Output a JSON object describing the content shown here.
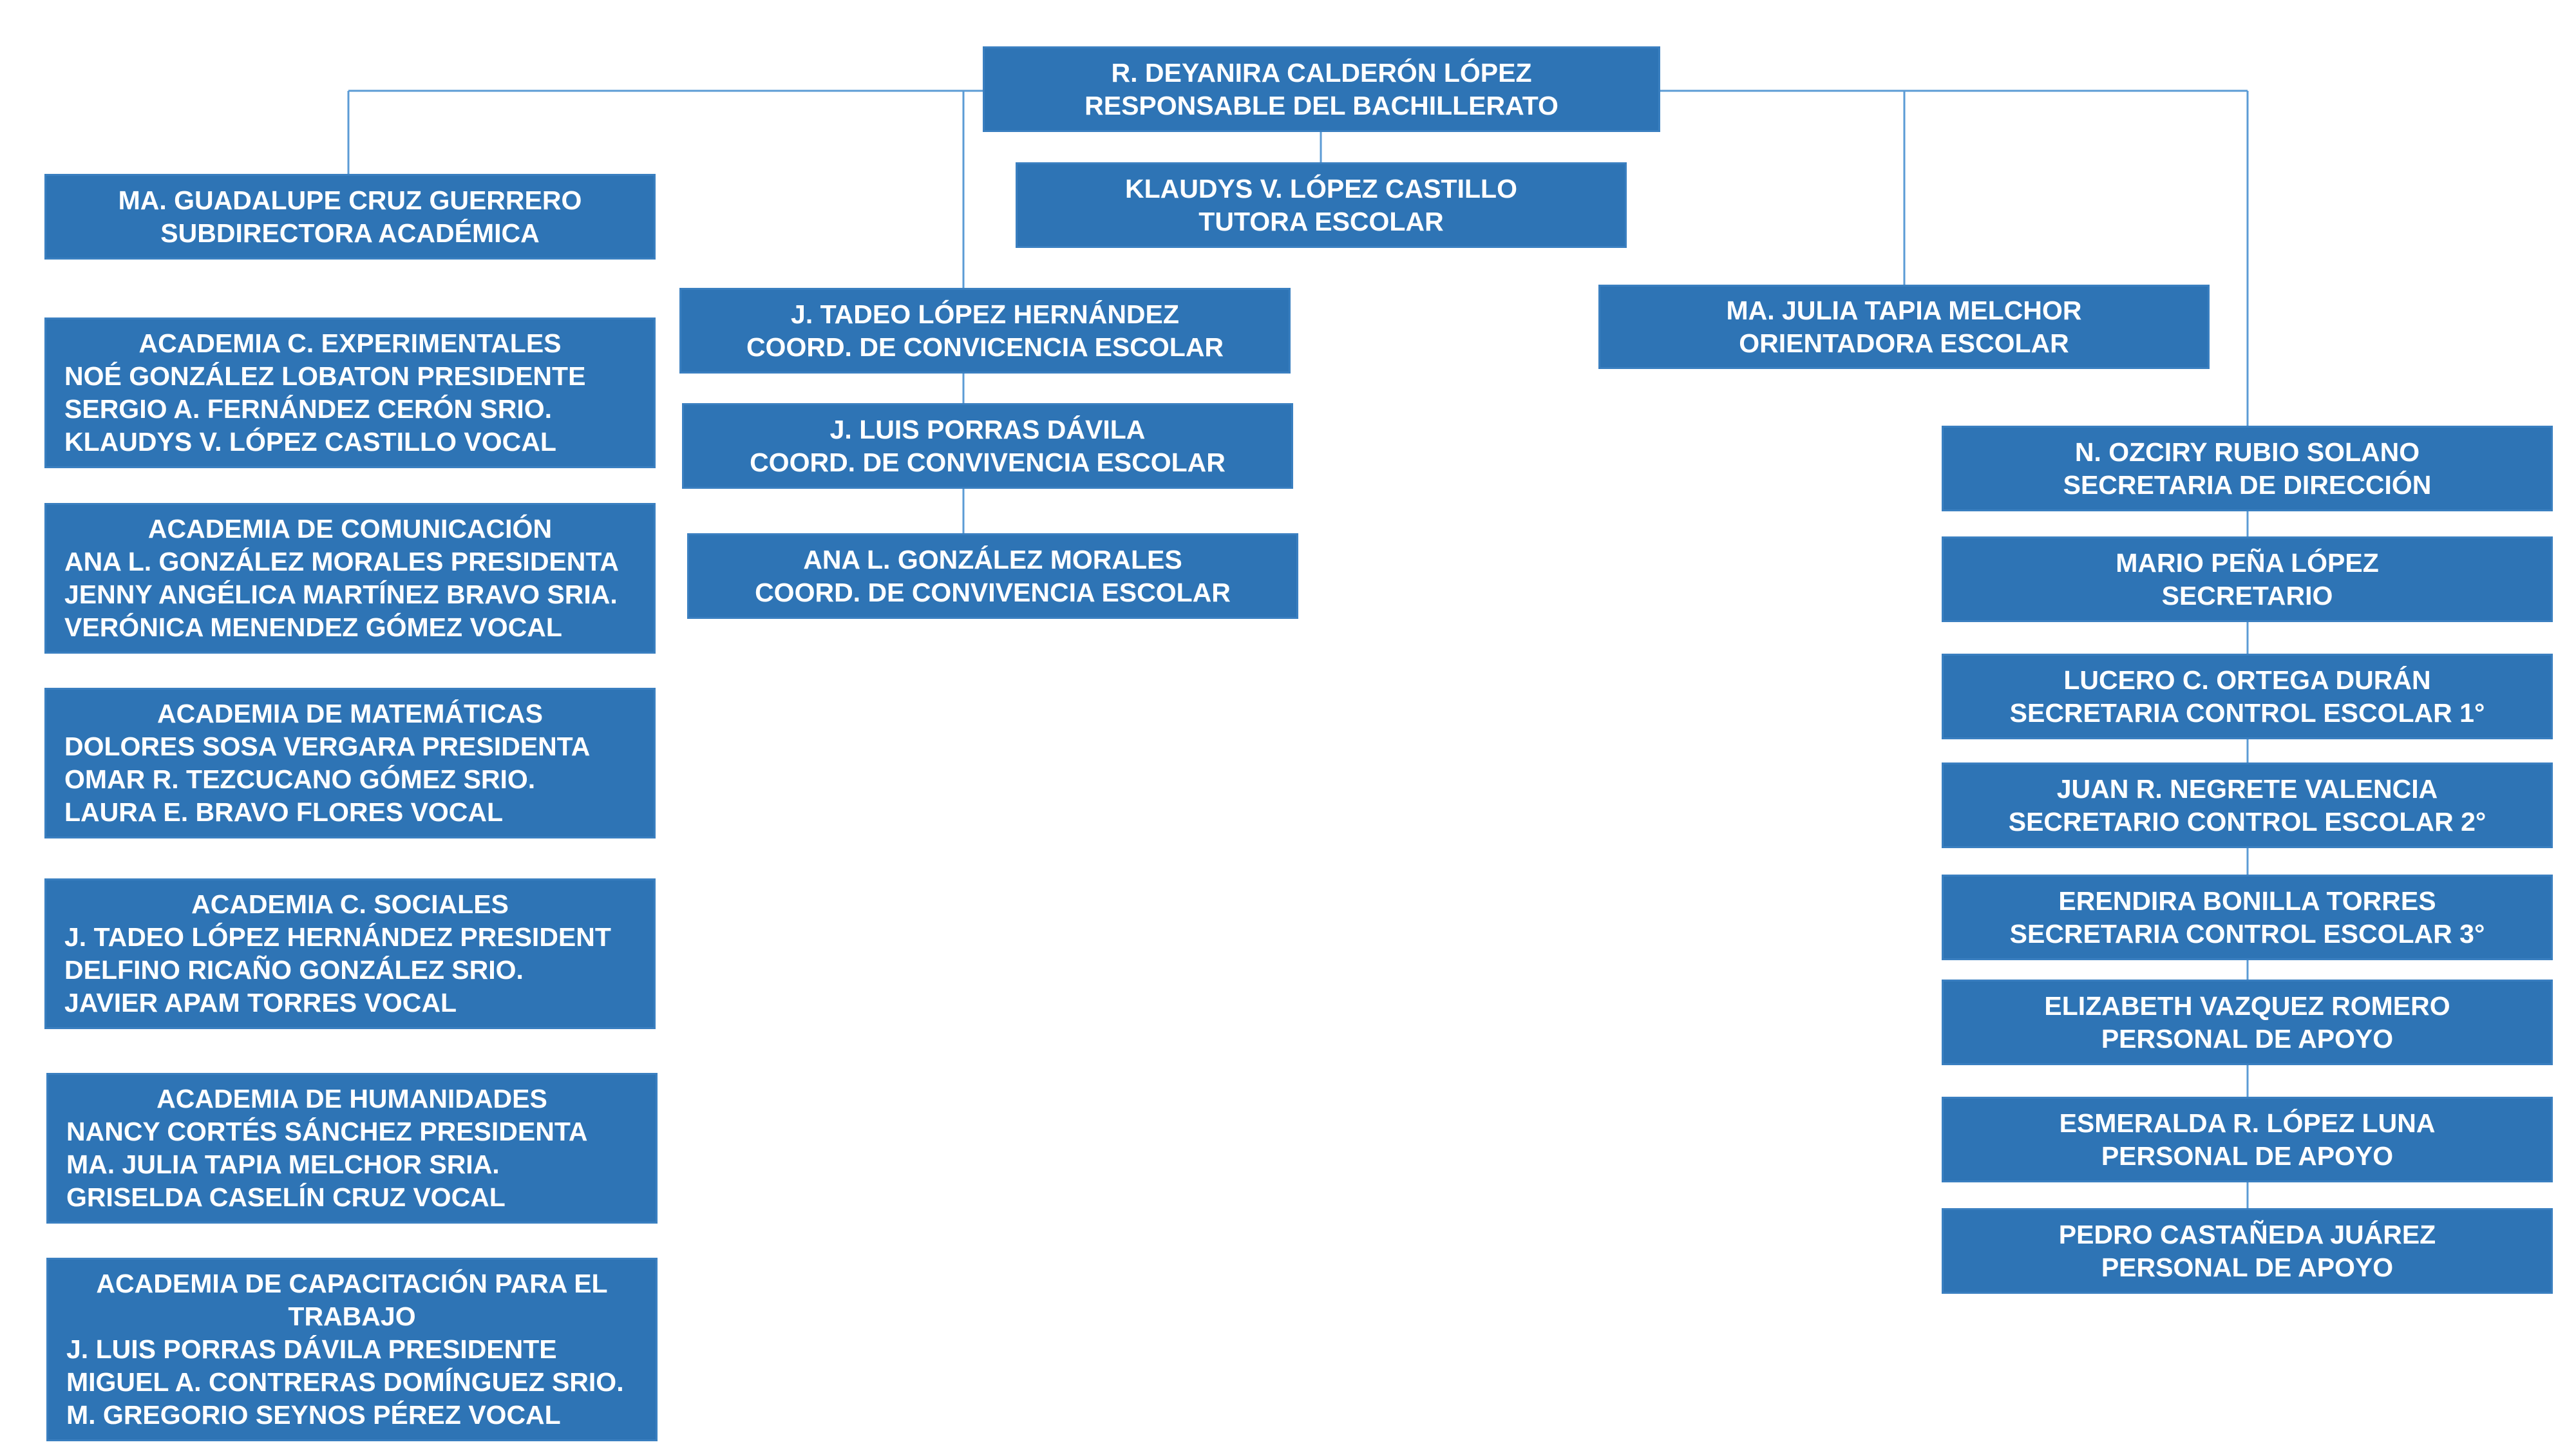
{
  "colors": {
    "box_fill": "#2e74b5",
    "box_border": "#3a7fc0",
    "box_text": "#ffffff",
    "connector": "#5b9bd5"
  },
  "director": {
    "name": "R. DEYANIRA CALDERÓN LÓPEZ",
    "role": "RESPONSABLE DEL BACHILLERATO"
  },
  "tutor": {
    "name": "KLAUDYS V. LÓPEZ CASTILLO",
    "role": "TUTORA ESCOLAR"
  },
  "subdirector": {
    "name": "MA. GUADALUPE CRUZ GUERRERO",
    "role": "SUBDIRECTORA ACADÉMICA"
  },
  "orientadora": {
    "name": "MA. JULIA TAPIA MELCHOR",
    "role": "ORIENTADORA ESCOLAR"
  },
  "coordinators": [
    {
      "name": "J. TADEO LÓPEZ HERNÁNDEZ",
      "role": "COORD. DE CONVICENCIA ESCOLAR"
    },
    {
      "name": "J. LUIS PORRAS DÁVILA",
      "role": "COORD. DE CONVIVENCIA ESCOLAR"
    },
    {
      "name": "ANA L. GONZÁLEZ MORALES",
      "role": "COORD. DE CONVIVENCIA ESCOLAR"
    }
  ],
  "academies": [
    {
      "title": "ACADEMIA C. EXPERIMENTALES",
      "members": [
        "NOÉ GONZÁLEZ LOBATON PRESIDENTE",
        "SERGIO A. FERNÁNDEZ CERÓN SRIO.",
        "KLAUDYS V. LÓPEZ CASTILLO VOCAL"
      ]
    },
    {
      "title": "ACADEMIA DE COMUNICACIÓN",
      "members": [
        "ANA L. GONZÁLEZ MORALES PRESIDENTA",
        "JENNY ANGÉLICA MARTÍNEZ BRAVO SRIA.",
        "VERÓNICA MENENDEZ GÓMEZ VOCAL"
      ]
    },
    {
      "title": "ACADEMIA DE MATEMÁTICAS",
      "members": [
        "DOLORES SOSA VERGARA PRESIDENTA",
        "OMAR R. TEZCUCANO GÓMEZ  SRIO.",
        "LAURA E. BRAVO FLORES VOCAL"
      ]
    },
    {
      "title": "ACADEMIA C. SOCIALES",
      "members": [
        "J. TADEO LÓPEZ HERNÁNDEZ PRESIDENT",
        "DELFINO RICAÑO GONZÁLEZ SRIO.",
        "JAVIER APAM TORRES VOCAL"
      ]
    },
    {
      "title": "ACADEMIA DE HUMANIDADES",
      "members": [
        "NANCY CORTÉS SÁNCHEZ PRESIDENTA",
        "MA. JULIA TAPIA MELCHOR SRIA.",
        "GRISELDA CASELÍN CRUZ VOCAL"
      ]
    },
    {
      "title": "ACADEMIA DE CAPACITACIÓN PARA EL TRABAJO",
      "members": [
        "J. LUIS PORRAS DÁVILA PRESIDENTE",
        "MIGUEL A. CONTRERAS DOMÍNGUEZ SRIO.",
        "M. GREGORIO SEYNOS PÉREZ VOCAL"
      ]
    }
  ],
  "staff": [
    {
      "name": "N. OZCIRY RUBIO SOLANO",
      "role": "SECRETARIA DE DIRECCIÓN"
    },
    {
      "name": "MARIO PEÑA LÓPEZ",
      "role": "SECRETARIO"
    },
    {
      "name": "LUCERO C. ORTEGA DURÁN",
      "role": "SECRETARIA CONTROL ESCOLAR 1°"
    },
    {
      "name": "JUAN R. NEGRETE VALENCIA",
      "role": "SECRETARIO CONTROL ESCOLAR 2°"
    },
    {
      "name": "ERENDIRA BONILLA TORRES",
      "role": "SECRETARIA CONTROL ESCOLAR 3°"
    },
    {
      "name": "ELIZABETH VAZQUEZ ROMERO",
      "role": "PERSONAL DE APOYO"
    },
    {
      "name": "ESMERALDA R. LÓPEZ LUNA",
      "role": "PERSONAL DE APOYO"
    },
    {
      "name": "PEDRO CASTAÑEDA JUÁREZ",
      "role": "PERSONAL DE APOYO"
    }
  ]
}
